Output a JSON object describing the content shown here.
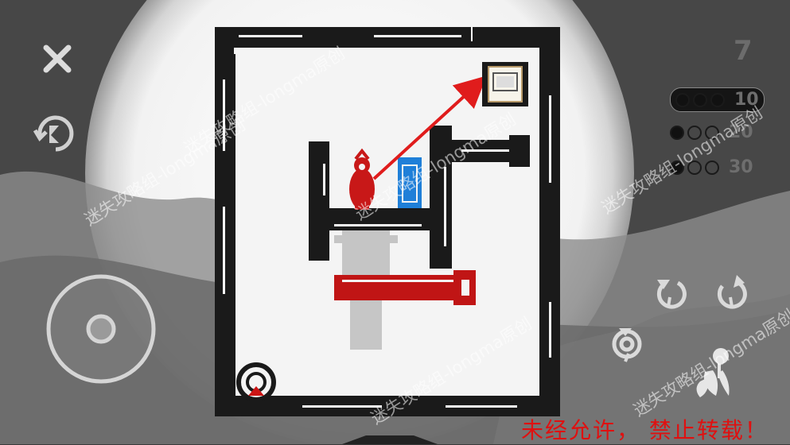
{
  "hud": {
    "level_number": "7",
    "goals": [
      {
        "filled": 3,
        "total": 3,
        "value": "10"
      },
      {
        "filled": 1,
        "total": 3,
        "value": "20"
      },
      {
        "filled": 1,
        "total": 3,
        "value": "30"
      }
    ]
  },
  "icons": {
    "close": "close-icon",
    "undo_time": "rewind-time-icon",
    "rotate_left": "rotate-ccw-icon",
    "rotate_right": "rotate-cw-icon",
    "rotate_both": "rotate-swap-icon",
    "flower": "flower-icon",
    "joystick": "joystick-icon"
  },
  "colors": {
    "accent_red": "#cc1515",
    "blue_block": "#1f7fd8",
    "wall": "#1a1a1a",
    "board": "#f4f4f4"
  },
  "notice": "未经允许， 禁止转载！",
  "watermarks": [
    {
      "text": "迷失攻略组-longma原创"
    },
    {
      "text": "迷失攻略组-longma原创"
    },
    {
      "text": "迷失攻略组-longma原创"
    },
    {
      "text": "迷失攻略组-longma原创"
    },
    {
      "text": "迷失攻略组-longma原创"
    },
    {
      "text": "迷失攻略组-longma原创"
    }
  ]
}
